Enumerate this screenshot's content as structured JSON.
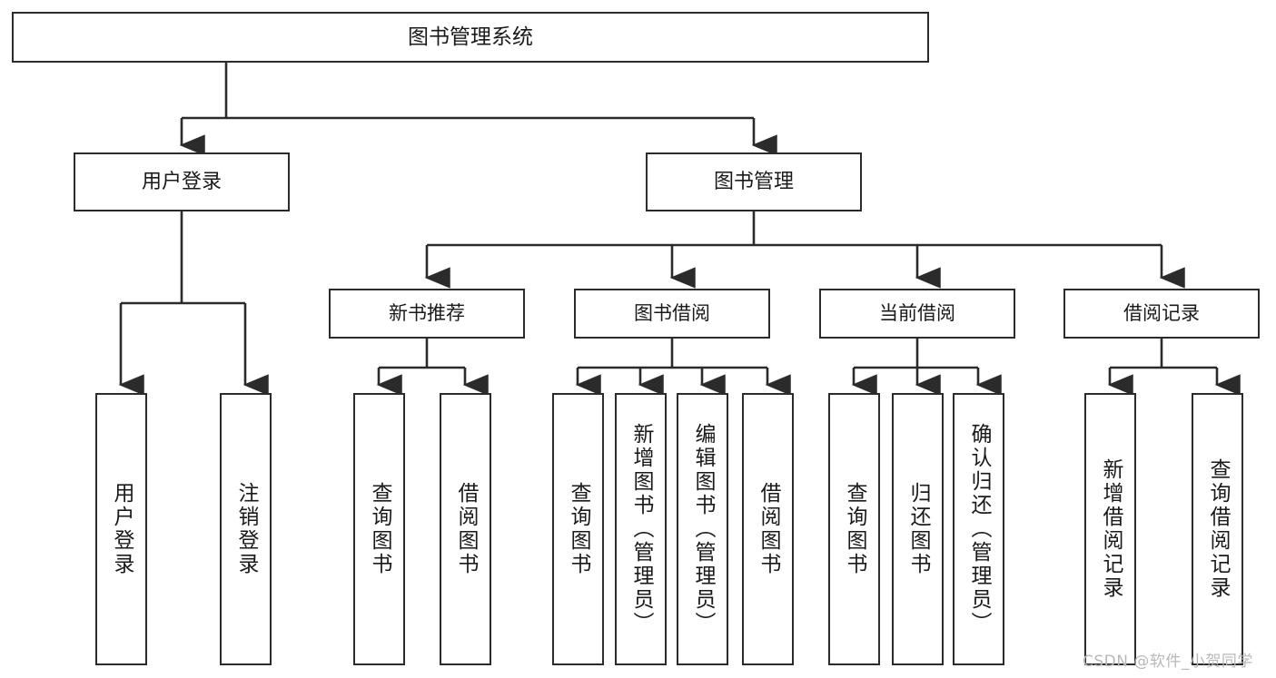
{
  "diagram": {
    "title": "图书管理系统",
    "type": "功能结构图",
    "colors": {
      "stroke": "#2b2b2b",
      "fill": "#ffffff",
      "text": "#1a1a1a",
      "watermark": "#b9b9b9"
    },
    "root": {
      "label": "图书管理系统"
    },
    "level2": [
      {
        "label": "用户登录"
      },
      {
        "label": "图书管理"
      }
    ],
    "level3": [
      {
        "label": "新书推荐"
      },
      {
        "label": "图书借阅"
      },
      {
        "label": "当前借阅"
      },
      {
        "label": "借阅记录"
      }
    ],
    "leaves": {
      "user_login": [
        {
          "label": "用户登录"
        },
        {
          "label": "注销登录"
        }
      ],
      "new_book_recommend": [
        {
          "label": "查询图书"
        },
        {
          "label": "借阅图书"
        }
      ],
      "book_borrow": [
        {
          "label": "查询图书"
        },
        {
          "label": "新增图书（管理员）"
        },
        {
          "label": "编辑图书（管理员）"
        },
        {
          "label": "借阅图书"
        }
      ],
      "current_borrow": [
        {
          "label": "查询图书"
        },
        {
          "label": "归还图书"
        },
        {
          "label": "确认归还（管理员）"
        }
      ],
      "borrow_record": [
        {
          "label": "新增借阅记录"
        },
        {
          "label": "查询借阅记录"
        }
      ]
    }
  },
  "watermark": {
    "text": "CSDN @软件_小贺同学"
  }
}
